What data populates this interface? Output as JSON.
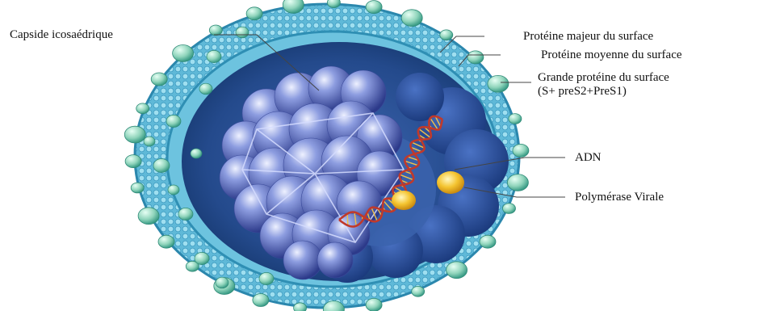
{
  "labels": {
    "capsid": "Capside icosaédrique",
    "major_protein": "Protéine majeur du surface",
    "middle_protein": "Protéine moyenne du surface",
    "large_protein_line1": "Grande protéine du surface",
    "large_protein_line2": "(S+ preS2+PreS1)",
    "dna": "ADN",
    "polymerase": "Polymérase Virale"
  },
  "colors": {
    "envelope": "#7ccbe3",
    "envelope_dark": "#2f8fb4",
    "interior": "#2f4f8f",
    "capsid_sphere": "#7e8ed6",
    "dna_strand": "#c0392b",
    "polymerase": "#f2c230",
    "surface_protein": "#a6dcc4"
  }
}
